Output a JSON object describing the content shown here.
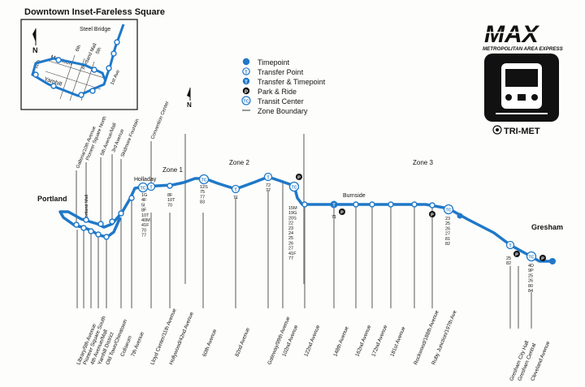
{
  "inset": {
    "title": "Downtown Inset-Fareless Square",
    "north": "N",
    "labels": [
      "Steel Bridge",
      "6th",
      "Portland Mall",
      "5th",
      "1st Ave",
      "Morrison",
      "11th",
      "Yamhill"
    ]
  },
  "legend": {
    "items": [
      {
        "symbol": "dot",
        "label": "Timepoint"
      },
      {
        "symbol": "T",
        "label": "Transfer Point"
      },
      {
        "symbol": "T-filled",
        "label": "Transfer & Timepoint"
      },
      {
        "symbol": "P",
        "label": "Park & Ride"
      },
      {
        "symbol": "TC",
        "label": "Transit Center"
      },
      {
        "symbol": "line",
        "label": "Zone Boundary"
      }
    ]
  },
  "logo": {
    "name": "MAX",
    "tagline": "METROPOLITAN AREA EXPRESS",
    "agency": "TRI-MET"
  },
  "map": {
    "north": "N",
    "zones": [
      "Zone 1",
      "Zone 2",
      "Zone 3"
    ],
    "places": [
      "Portland",
      "Holladay",
      "Burnside",
      "Gresham",
      "Portland Mall"
    ],
    "colors": {
      "line": "#1f78c8",
      "ink": "#111111"
    },
    "top_stations": [
      "Galleria/10th Avenue",
      "Pioneer Square North",
      "5th Avenue/Mall",
      "3rd Avenue",
      "Skidmore Fountain",
      "Convention Center"
    ],
    "bottom_stations": [
      "Library/9th Avenue",
      "Pioneer Square South",
      "4th Avenue/Mall",
      "Yamhill District",
      "Old Town/Chinatown",
      "Coliseum",
      "7th Avenue",
      "Lloyd Center/11th Avenue",
      "Hollywood/42nd Avenue",
      "60th Avenue",
      "82nd Avenue",
      "Gateway/99th Avenue",
      "102nd Avenue",
      "122nd Avenue",
      "148th Avenue",
      "162nd Avenue",
      "172nd Avenue",
      "181st Avenue",
      "Rockwood/188th Avenue",
      "Ruby Junction/197th Ave",
      "Gresham City Hall",
      "Gresham Central",
      "Cleveland Avenue"
    ],
    "bus_lists": [
      [
        "1G",
        "4F",
        "5I",
        "8F",
        "10T",
        "40M",
        "41F",
        "70",
        "77"
      ],
      [
        "8F",
        "10T",
        "70"
      ],
      [
        "12S",
        "75",
        "77",
        "83"
      ],
      [
        "71"
      ],
      [
        "72",
        "77"
      ],
      [
        "15M",
        "19G",
        "20S",
        "22",
        "23",
        "24",
        "25",
        "26",
        "27",
        "41F",
        "77"
      ],
      [
        "71"
      ],
      [
        "23",
        "25",
        "26",
        "27",
        "81",
        "82"
      ],
      [
        "25",
        "82"
      ],
      [
        "4D",
        "9P",
        "25",
        "26",
        "80",
        "84"
      ]
    ]
  }
}
